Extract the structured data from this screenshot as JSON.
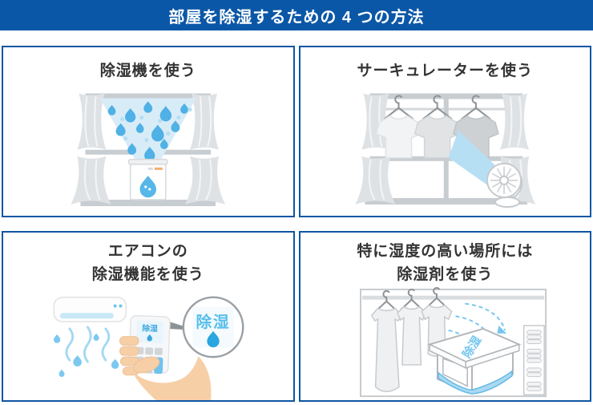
{
  "header": {
    "title": "部屋を除湿するための 4 つの方法"
  },
  "panels": [
    {
      "id": "dehumidifier",
      "lines": [
        "除湿機を使う"
      ]
    },
    {
      "id": "circulator",
      "lines": [
        "サーキュレーターを使う"
      ]
    },
    {
      "id": "aircon",
      "lines": [
        "エアコンの",
        "除湿機能を使う"
      ],
      "remote_label": "除湿",
      "zoom_label": "除湿"
    },
    {
      "id": "desiccant",
      "lines": [
        "特に湿度の高い場所には",
        "除湿剤を使う"
      ],
      "box_label": "除湿"
    }
  ],
  "colors": {
    "header_bg": "#0b57a7",
    "panel_border": "#0e56a3",
    "heading_text": "#333333",
    "accent_blue": "#4fb1e5",
    "light_blue_fill": "#d8ecf8",
    "airflow_blue": "#b7dff4",
    "label_blue": "#58bfec",
    "gray_frame": "#c8cdd2",
    "curtain_gray": "#dfe2e5",
    "skin_tone": "#f7cfa7"
  }
}
